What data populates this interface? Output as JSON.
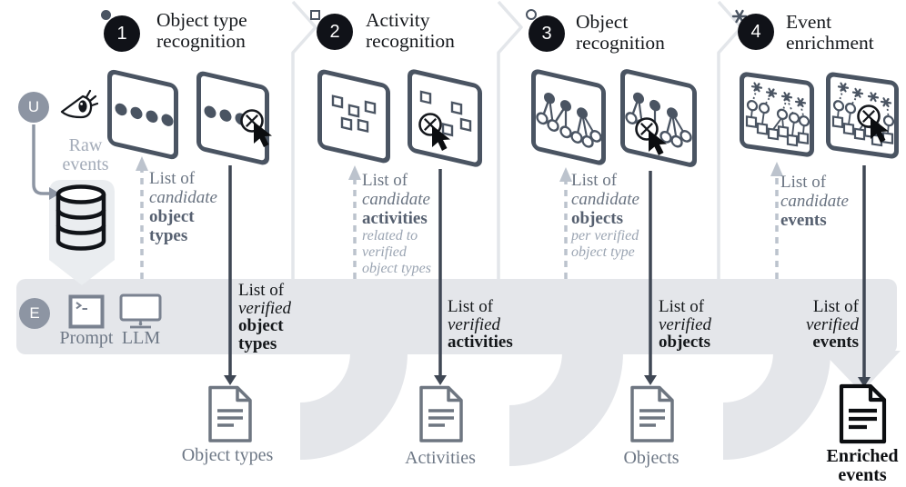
{
  "palette": {
    "slate": "#4a5462",
    "band": "#e4e6ea",
    "mid_gray": "#8d95a3",
    "text_gray": "#6a7482",
    "light_gray": "#9aa4b2",
    "dashed_arrow": "#bcc3cd",
    "arrow_dark": "#3f4754",
    "black": "#101218"
  },
  "user": {
    "badge": "U",
    "raw_line1": "Raw",
    "raw_line2": "events"
  },
  "engine": {
    "badge": "E",
    "prompt_label": "Prompt",
    "llm_label": "LLM"
  },
  "stages": [
    {
      "number": "1",
      "title_line1": "Object type",
      "title_line2": "recognition",
      "candidate": {
        "l1": "List of",
        "l2": "candidate",
        "l3": "object",
        "l4": "types"
      },
      "verified": {
        "l1": "List of",
        "l2": "verified",
        "l3": "object",
        "l4": "types"
      },
      "doc_label": "Object types"
    },
    {
      "number": "2",
      "title_line1": "Activity",
      "title_line2": "recognition",
      "candidate": {
        "l1": "List of",
        "l2": "candidate",
        "l3": "activities"
      },
      "note": {
        "l1": "related to",
        "l2": "verified",
        "l3": "object types"
      },
      "verified": {
        "l1": "List of",
        "l2": "verified",
        "l3": "activities"
      },
      "doc_label": "Activities"
    },
    {
      "number": "3",
      "title_line1": "Object",
      "title_line2": "recognition",
      "candidate": {
        "l1": "List of",
        "l2": "candidate",
        "l3": "objects"
      },
      "note": {
        "l1": "per verified",
        "l2": "object type"
      },
      "verified": {
        "l1": "List of",
        "l2": "verified",
        "l3": "objects"
      },
      "doc_label": "Objects"
    },
    {
      "number": "4",
      "title_line1": "Event",
      "title_line2": "enrichment",
      "candidate": {
        "l1": "List of",
        "l2": "candidate",
        "l3": "events"
      },
      "verified": {
        "l1": "List of",
        "l2": "verified",
        "l3": "events"
      },
      "doc_label_line1": "Enriched",
      "doc_label_line2": "events"
    }
  ]
}
